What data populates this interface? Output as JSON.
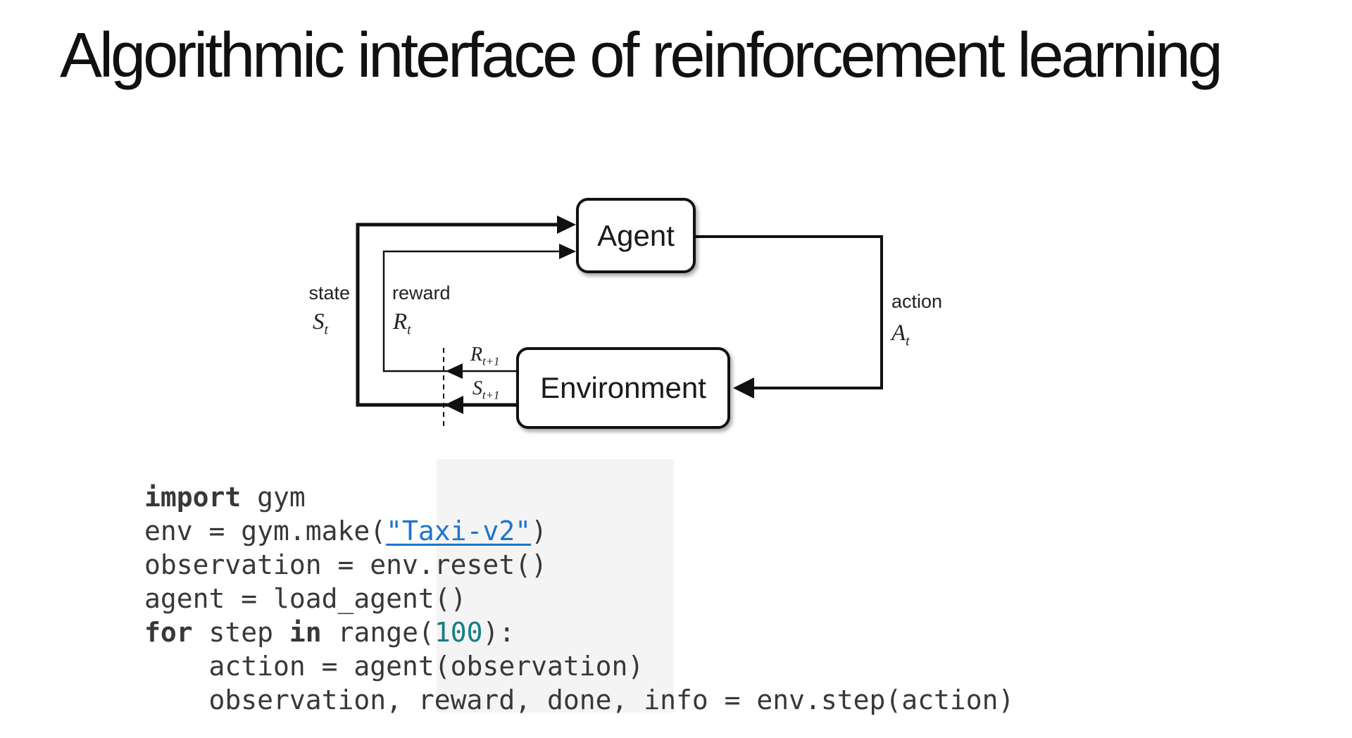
{
  "title": "Algorithmic interface of reinforcement learning",
  "diagram": {
    "agent_label": "Agent",
    "environment_label": "Environment",
    "state_label": "state",
    "state_symbol": {
      "base": "S",
      "sub": "t"
    },
    "reward_label": "reward",
    "reward_symbol": {
      "base": "R",
      "sub": "t"
    },
    "action_label": "action",
    "action_symbol": {
      "base": "A",
      "sub": "t"
    },
    "next_reward_symbol": {
      "base": "R",
      "sub": "t+1"
    },
    "next_state_symbol": {
      "base": "S",
      "sub": "t+1"
    }
  },
  "code": {
    "lines": [
      {
        "segments": [
          {
            "text": "import",
            "style": "keyword"
          },
          {
            "text": " gym",
            "style": "plain"
          }
        ]
      },
      {
        "segments": [
          {
            "text": "env = gym.make(",
            "style": "plain"
          },
          {
            "text": "\"Taxi-v2\"",
            "style": "link"
          },
          {
            "text": ")",
            "style": "plain"
          }
        ]
      },
      {
        "segments": [
          {
            "text": "observation = env.reset()",
            "style": "plain"
          }
        ]
      },
      {
        "segments": [
          {
            "text": "agent = load_agent()",
            "style": "plain"
          }
        ]
      },
      {
        "segments": [
          {
            "text": "for",
            "style": "keyword"
          },
          {
            "text": " step ",
            "style": "plain"
          },
          {
            "text": "in",
            "style": "keyword"
          },
          {
            "text": " range(",
            "style": "plain"
          },
          {
            "text": "100",
            "style": "number"
          },
          {
            "text": "):",
            "style": "plain"
          }
        ]
      },
      {
        "segments": [
          {
            "text": "    action = agent(observation)",
            "style": "plain"
          }
        ]
      },
      {
        "segments": [
          {
            "text": "    observation, reward, done, info = env.step(action)",
            "style": "plain"
          }
        ]
      }
    ]
  },
  "colors": {
    "link_blue": "#1d74cb",
    "number_teal": "#177d85",
    "code_text": "#383838"
  }
}
